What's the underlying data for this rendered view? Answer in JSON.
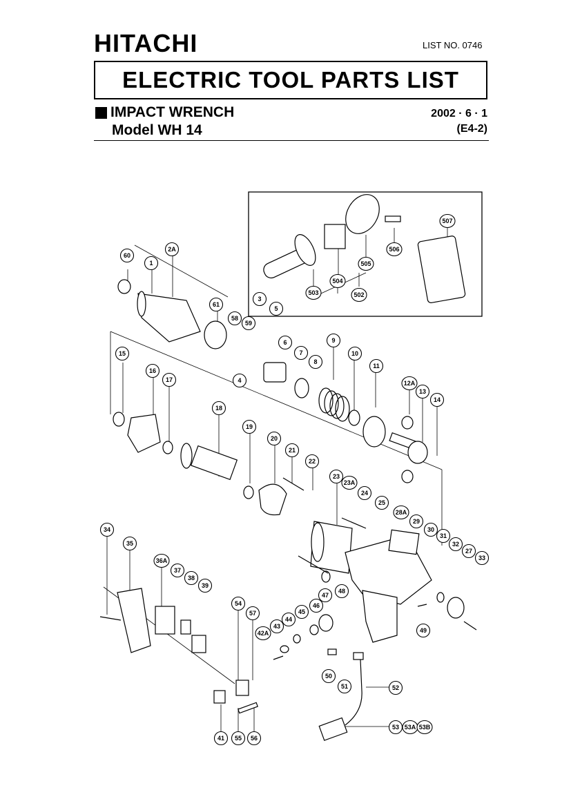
{
  "header": {
    "brand": "HITACHI",
    "list_no": "LIST  NO. 0746",
    "title": "ELECTRIC  TOOL  PARTS  LIST",
    "product": "IMPACT  WRENCH",
    "model": "Model  WH  14",
    "date": "2002 · 6 · 1",
    "code": "(E4-2)"
  },
  "callouts": [
    "60",
    "1",
    "2A",
    "61",
    "58",
    "59",
    "3",
    "5",
    "4",
    "6",
    "7",
    "8",
    "9",
    "10",
    "11",
    "12A",
    "13",
    "14",
    "15",
    "16",
    "17",
    "18",
    "19",
    "20",
    "21",
    "22",
    "23",
    "23A",
    "24",
    "25",
    "28A",
    "29",
    "30",
    "31",
    "32",
    "27",
    "33",
    "34",
    "35",
    "36A",
    "37",
    "38",
    "39",
    "54",
    "57",
    "47",
    "48",
    "46",
    "45",
    "44",
    "43",
    "42A",
    "49",
    "50",
    "51",
    "52",
    "53",
    "53A",
    "53B",
    "41",
    "55",
    "56",
    "507",
    "503",
    "504",
    "502",
    "505",
    "506"
  ]
}
